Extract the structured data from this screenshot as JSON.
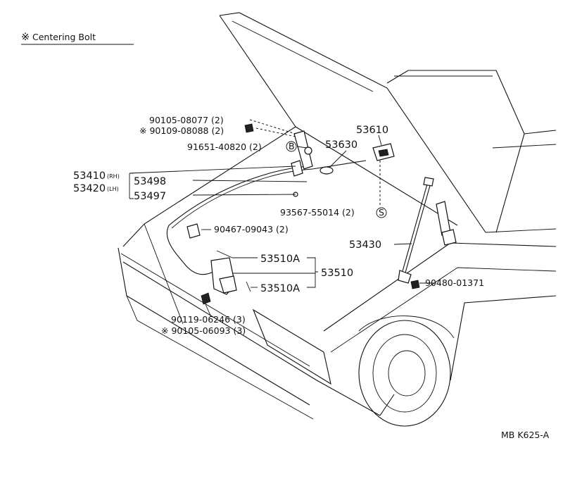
{
  "legend": {
    "symbol": "※",
    "text": "Centering Bolt"
  },
  "labels": {
    "p_90105_08077": "90105-08077 (2)",
    "p_90109_08088": "※ 90109-08088 (2)",
    "p_91651_40820": "91651-40820 (2)",
    "circle_b": "B",
    "p_53610": "53610",
    "p_53630": "53630",
    "p_53410": "53410",
    "p_53410_suffix": "(RH)",
    "p_53420": "53420",
    "p_53420_suffix": "(LH)",
    "p_53498": "53498",
    "p_53497": "53497",
    "p_93567_55014": "93567-55014 (2)",
    "circle_s": "S",
    "p_90467_09043": "90467-09043 (2)",
    "p_53430": "53430",
    "p_53510A_top": "53510A",
    "p_53510": "53510",
    "p_53510A_bottom": "53510A",
    "p_90480_01371": "90480-01371",
    "p_90119_06246": "90119-06246 (3)",
    "p_90105_06093": "※ 90105-06093 (3)",
    "figure_code": "MB K625-A"
  }
}
